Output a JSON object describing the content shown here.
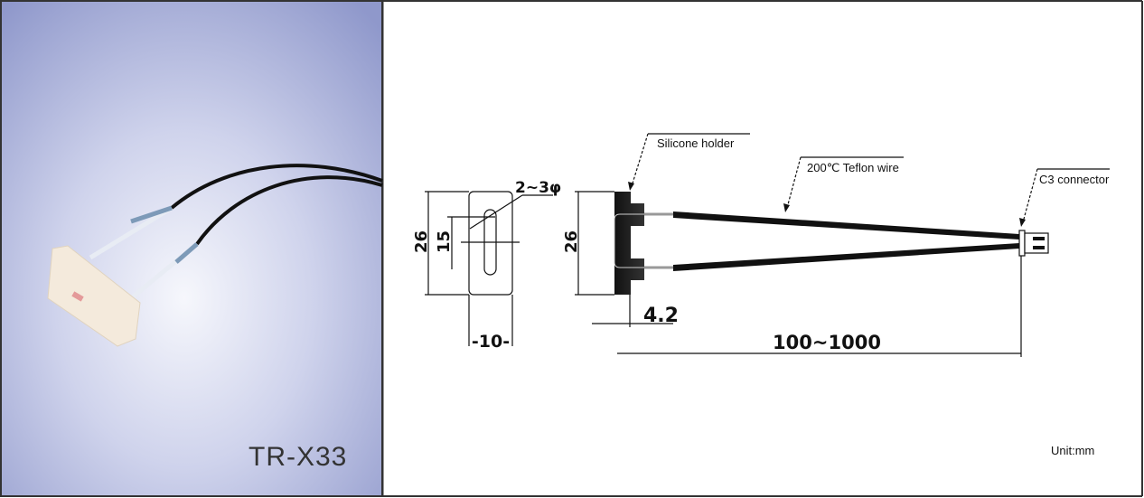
{
  "photo_panel": {
    "model": "TR-X33",
    "background_color": "#9ea6d3"
  },
  "drawing": {
    "labels": {
      "silicone_holder": "Silicone holder",
      "teflon_wire": "200℃ Teflon wire",
      "connector": "C3 connector",
      "unit": "Unit:mm"
    },
    "dimensions": {
      "front_height": "26",
      "slot_length": "15",
      "hole_diameter": "2~3φ",
      "front_width": "-10-",
      "side_height": "26",
      "thickness": "4.2",
      "wire_length": "100~1000"
    }
  }
}
